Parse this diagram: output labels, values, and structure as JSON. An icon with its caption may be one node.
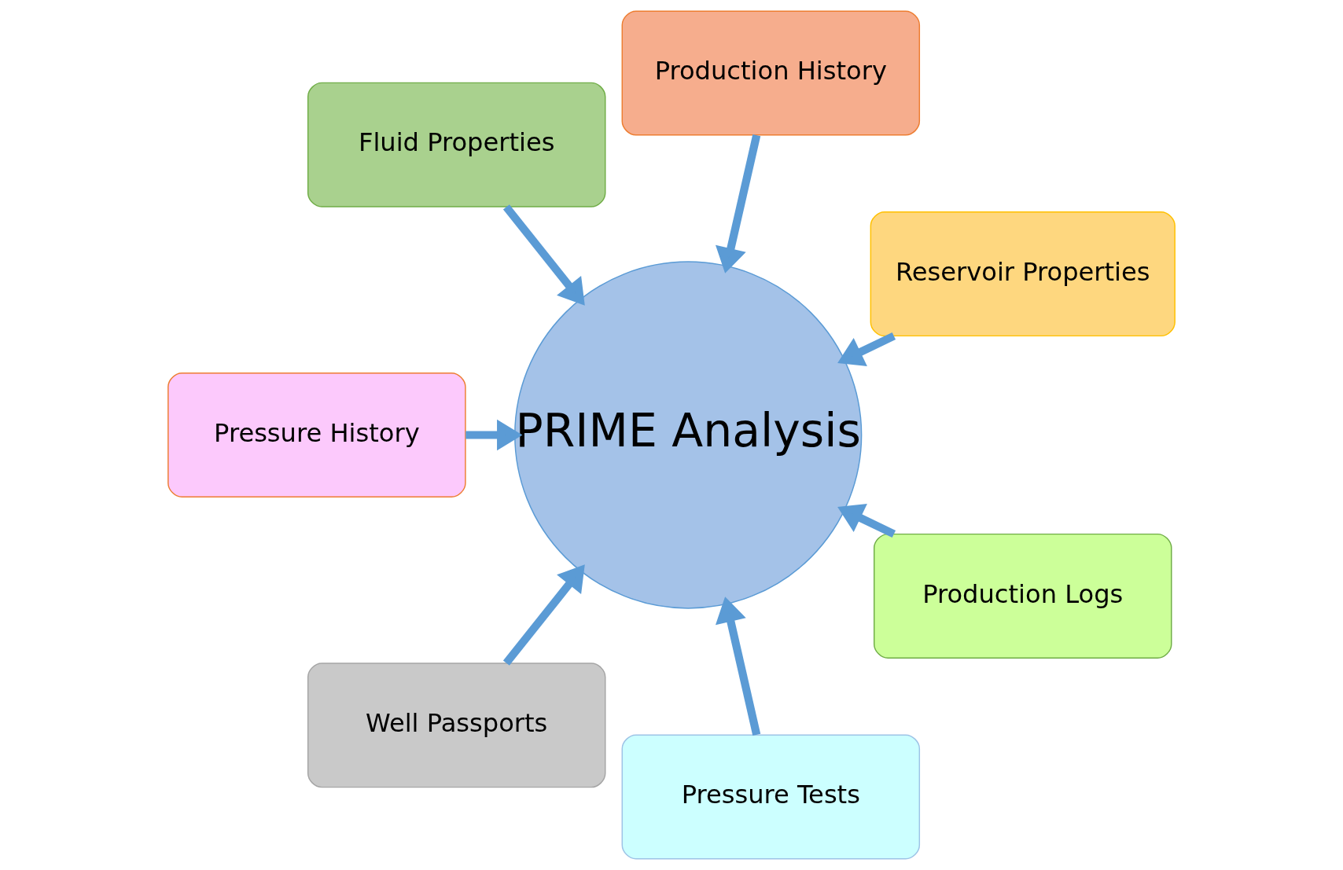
{
  "diagram": {
    "nodes": [
      {
        "text": [
          "Reservoir Properties"
        ]
      },
      {
        "text": [
          "Production History"
        ]
      },
      {
        "text": [
          "Fluid Properties"
        ]
      },
      {
        "text": [
          "PRIME Analysis"
        ]
      },
      {
        "text": [
          "Pressure History"
        ]
      },
      {
        "text": [
          "Well Passports"
        ]
      },
      {
        "text": [
          "Pressure Tests"
        ]
      },
      {
        "text": [
          "Production Logs"
        ]
      }
    ],
    "edges": [
      {
        "from": 0,
        "to": 3,
        "arrow": "to"
      },
      {
        "from": 1,
        "to": 3,
        "arrow": "to"
      },
      {
        "from": 2,
        "to": 3,
        "arrow": "to"
      },
      {
        "from": 4,
        "to": 3,
        "arrow": "to"
      },
      {
        "from": 5,
        "to": 3,
        "arrow": "to"
      },
      {
        "from": 6,
        "to": 3,
        "arrow": "to"
      },
      {
        "from": 7,
        "to": 3,
        "arrow": "to"
      }
    ]
  }
}
